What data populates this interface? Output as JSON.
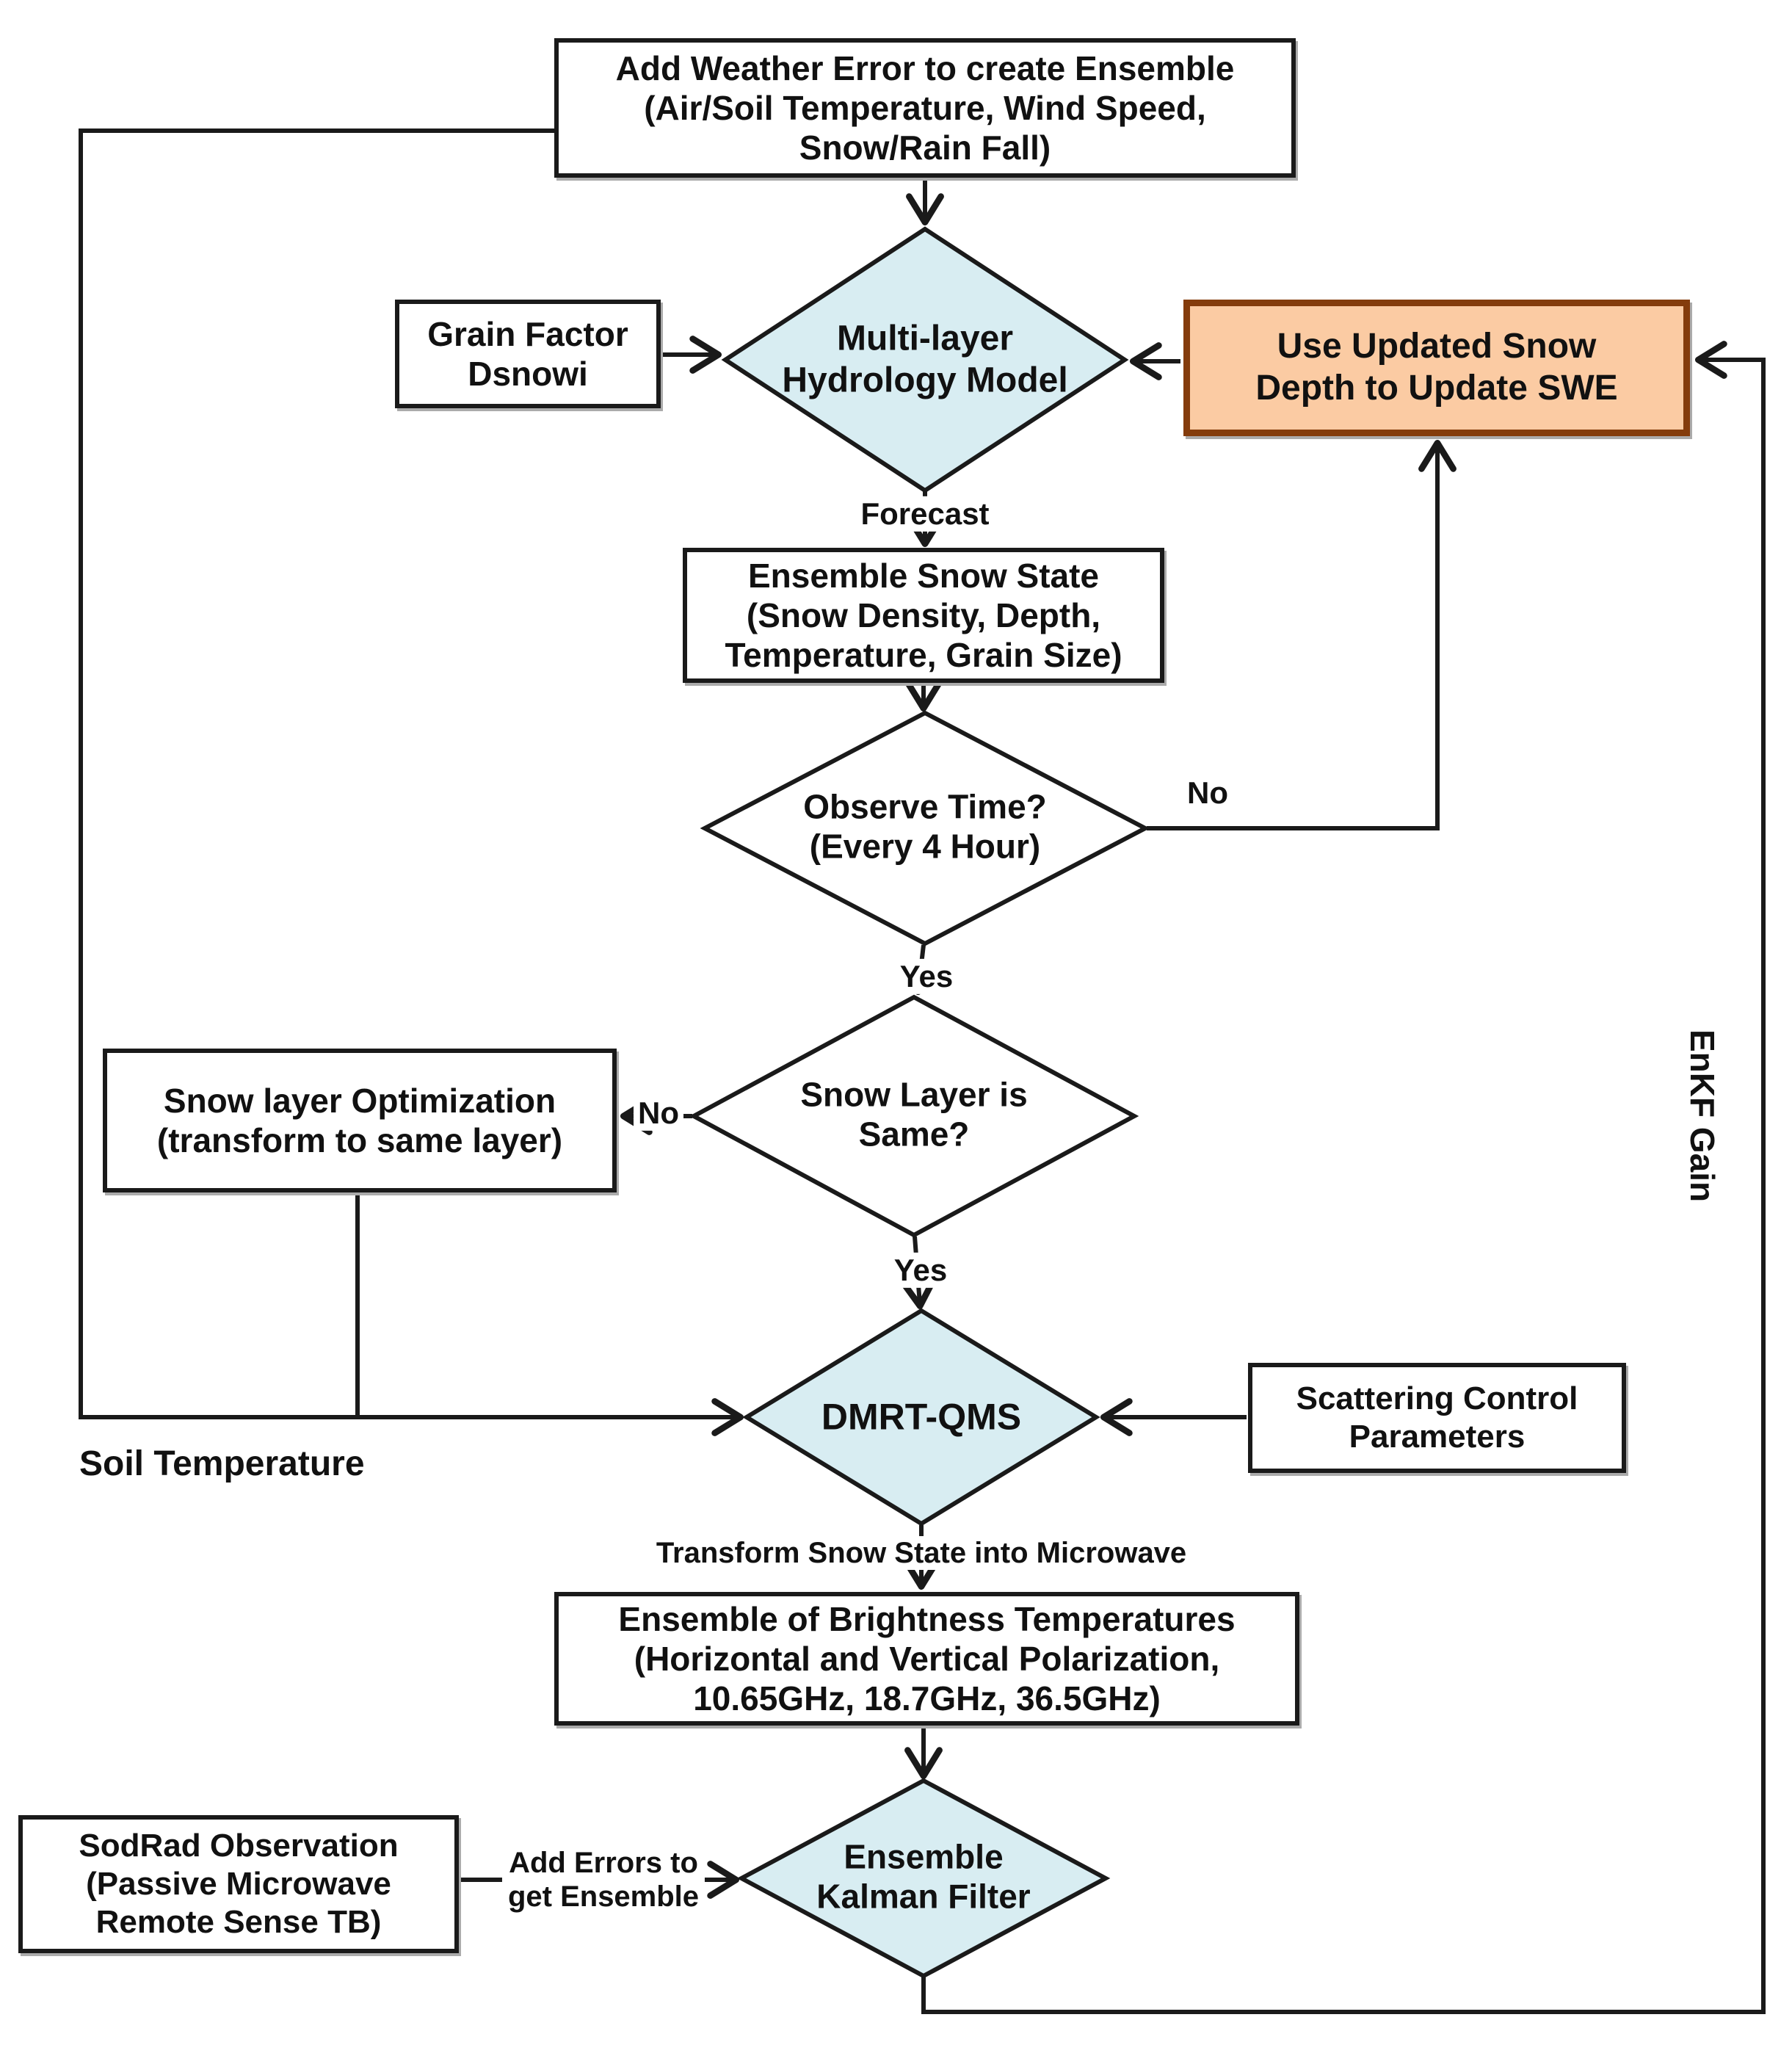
{
  "colors": {
    "line": "#1a1a1a",
    "decision_fill": "#d8edf2",
    "process_fill": "#ffffff",
    "highlight_fill": "#fbcba3",
    "highlight_border": "#843c0c"
  },
  "nodes": {
    "weather_box": {
      "lines": [
        "Add Weather Error to create Ensemble",
        "(Air/Soil Temperature, Wind Speed,",
        "Snow/Rain Fall)"
      ]
    },
    "grain_factor_box": {
      "lines": [
        "Grain Factor",
        "Dsnowi"
      ]
    },
    "multilayer_diamond": {
      "lines": [
        "Multi-layer",
        "Hydrology Model"
      ]
    },
    "updated_swe_box": {
      "lines": [
        "Use Updated Snow",
        "Depth to Update SWE"
      ]
    },
    "snow_state_box": {
      "lines": [
        "Ensemble Snow State",
        "(Snow Density, Depth,",
        "Temperature, Grain Size)"
      ]
    },
    "observe_diamond": {
      "lines": [
        "Observe Time?",
        "(Every 4 Hour)"
      ]
    },
    "snow_layer_diamond": {
      "lines": [
        "Snow Layer is",
        "Same?"
      ]
    },
    "optimization_box": {
      "lines": [
        "Snow layer Optimization",
        "(transform to same layer)"
      ]
    },
    "dmrt_diamond": {
      "label": "DMRT-QMS"
    },
    "scattering_box": {
      "lines": [
        "Scattering Control",
        "Parameters"
      ]
    },
    "brightness_box": {
      "lines": [
        "Ensemble of Brightness Temperatures",
        "(Horizontal and Vertical Polarization,",
        "10.65GHz, 18.7GHz, 36.5GHz)"
      ]
    },
    "ekf_diamond": {
      "lines": [
        "Ensemble",
        "Kalman Filter"
      ]
    },
    "sodrad_box": {
      "lines": [
        "SodRad Observation",
        "(Passive Microwave",
        "Remote Sense TB)"
      ]
    }
  },
  "edge_labels": {
    "forecast": "Forecast",
    "observe_no": "No",
    "observe_yes": "Yes",
    "snow_layer_no": "No",
    "snow_layer_yes": "Yes",
    "soil_temperature": "Soil Temperature",
    "transform_microwave": "Transform Snow State into Microwave",
    "add_errors": {
      "lines": [
        "Add Errors to",
        "get Ensemble"
      ]
    },
    "enkf_gain": "EnKF Gain"
  }
}
